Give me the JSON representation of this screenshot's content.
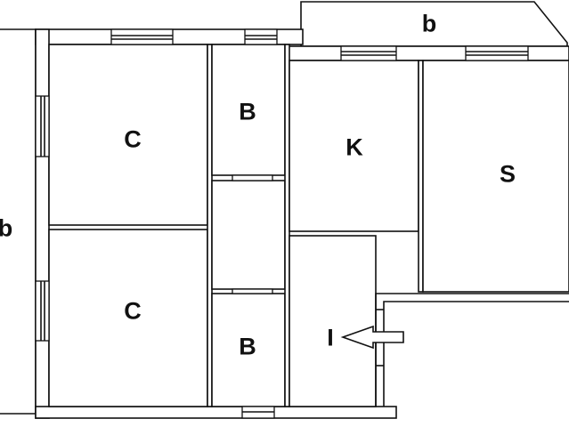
{
  "plan": {
    "rooms": [
      {
        "id": "balcony_left",
        "label": "b"
      },
      {
        "id": "balcony_top",
        "label": "b"
      },
      {
        "id": "bedroom_top",
        "label": "C"
      },
      {
        "id": "bedroom_bottom",
        "label": "C"
      },
      {
        "id": "bath_top",
        "label": "B"
      },
      {
        "id": "bath_bottom",
        "label": "B"
      },
      {
        "id": "kitchen",
        "label": "K"
      },
      {
        "id": "living",
        "label": "S"
      },
      {
        "id": "entrance",
        "label": "I"
      }
    ]
  }
}
